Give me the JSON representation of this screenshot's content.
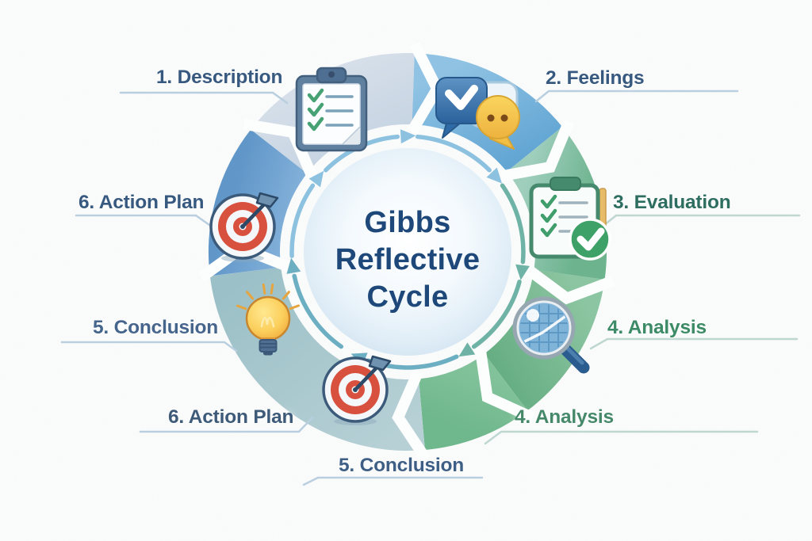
{
  "page": {
    "background": "#fbfcfc"
  },
  "title": {
    "lines": [
      "Gibbs",
      "Reflective",
      "Cycle"
    ],
    "color": "#1d4879"
  },
  "labels": {
    "description": {
      "text": "1. Description",
      "color": "#37597f"
    },
    "feelings": {
      "text": "2. Feelings",
      "color": "#37597f"
    },
    "evaluation": {
      "text": "3. Evaluation",
      "color": "#2d6e60"
    },
    "analysis_right": {
      "text": "4. Analysis",
      "color": "#3c8a66"
    },
    "conclusion_left": {
      "text": "5. Conclusion",
      "color": "#45658c"
    },
    "action_plan_left": {
      "text": "6. Action Plan",
      "color": "#37597f"
    },
    "action_plan_bottom": {
      "text": "6. Action Plan",
      "color": "#3d5a78"
    },
    "conclusion_bottom": {
      "text": "5. Conclusion",
      "color": "#3e5f85"
    },
    "analysis_bottom": {
      "text": "4. Analysis",
      "color": "#45886a"
    }
  },
  "wheel": {
    "direction": "clockwise",
    "steps": [
      {
        "order": 1,
        "name": "Description",
        "icon": "clipboard-checklist-icon",
        "segment_color": "#cbd7e4"
      },
      {
        "order": 2,
        "name": "Feelings",
        "icon": "chat-bubbles-icon",
        "segment_color": "#74b1da"
      },
      {
        "order": 3,
        "name": "Evaluation",
        "icon": "clipboard-check-icon",
        "segment_color": "#7fbda2"
      },
      {
        "order": 4,
        "name": "Analysis",
        "icon": "magnifying-glass-chart-icon",
        "segment_color": "#74b890"
      },
      {
        "order": 5,
        "name": "Conclusion",
        "icon": "lightbulb-icon",
        "segment_color": "#a8c6cc"
      },
      {
        "order": 6,
        "name": "Action Plan",
        "icon": "target-dart-icon",
        "segment_color": "#6ba4d1"
      }
    ],
    "inner_arrow_colors": [
      "#8cc2e0",
      "#6fb3a6",
      "#6caec2"
    ],
    "center_disc_color": "#d9e9f5",
    "callout_line_color": "#b9cfe0"
  }
}
